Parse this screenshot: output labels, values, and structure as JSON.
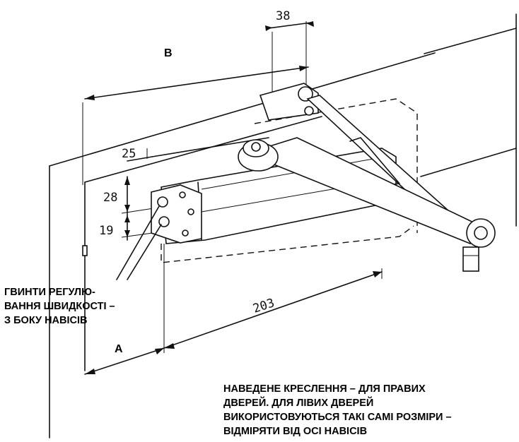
{
  "labels": {
    "b": "B",
    "a": "A"
  },
  "dimensions": {
    "d38": "38",
    "d25": "25",
    "d28": "28",
    "d19": "19",
    "d203": "203"
  },
  "notes": {
    "speed_screws": [
      "ГВИНТИ  РЕГУЛЮ-",
      "ВАННЯ ШВИДКОСТІ –",
      "З  БОКУ НАВІСІВ"
    ],
    "drawing_note": [
      "НАВЕДЕНЕ КРЕСЛЕННЯ – ДЛЯ ПРАВИХ",
      "ДВЕРЕЙ. ДЛЯ ЛІВИХ ДВЕРЕЙ",
      "ВИКОРИСТОВУЮТЬСЯ ТАКІ САМІ РОЗМІРИ –",
      "ВІДМІРЯТИ ВІД ОСІ НАВІСІВ"
    ]
  }
}
